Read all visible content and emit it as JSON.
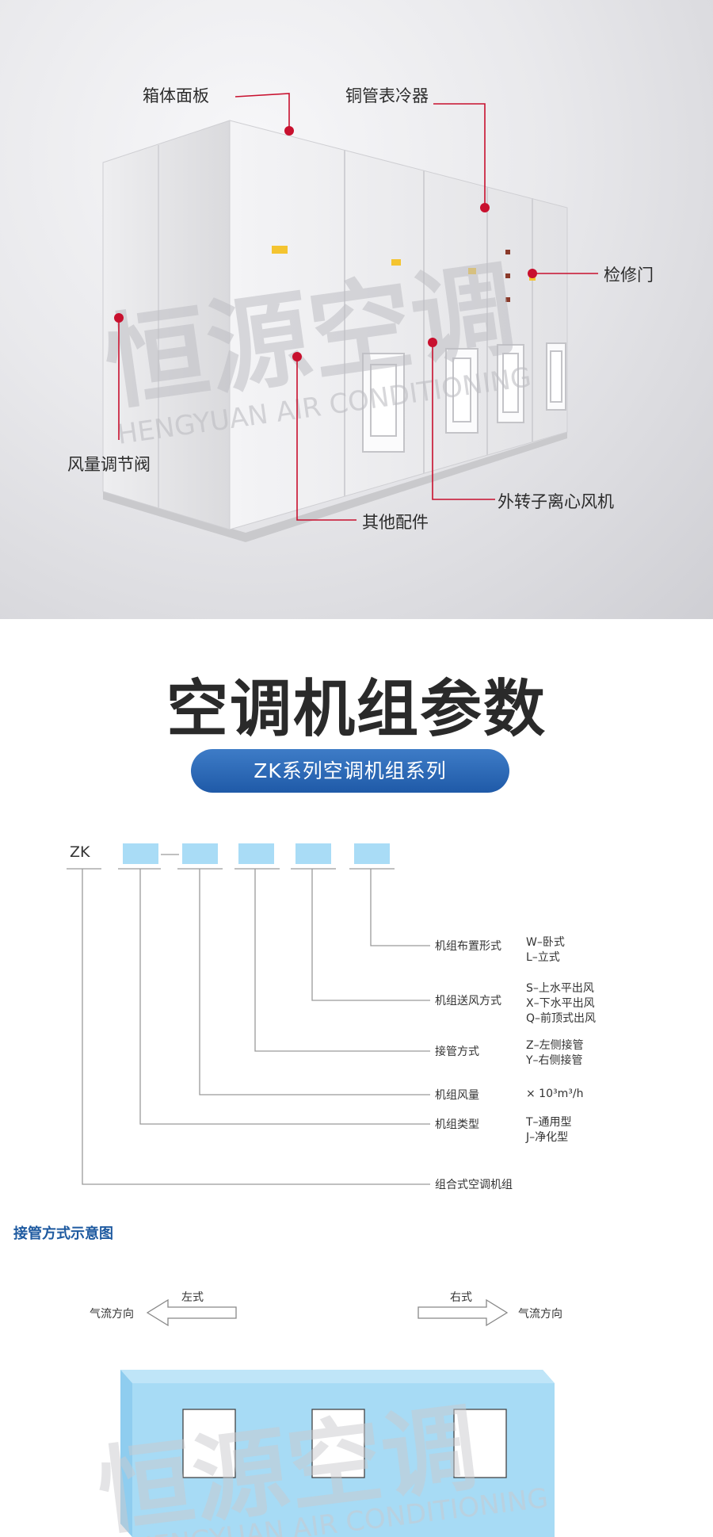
{
  "hero": {
    "callouts": {
      "panel": "箱体面板",
      "coil": "铜管表冷器",
      "door": "检修门",
      "damper": "风量调节阀",
      "fan": "外转子离心风机",
      "accessory": "其他配件"
    },
    "watermark": {
      "cn": "恒源空调",
      "en": "HENGYUAN AIR CONDITIONING"
    },
    "marker_color": "#c8102e"
  },
  "title": "空调机组参数",
  "series_pill": "ZK系列空调机组系列",
  "model_code": {
    "prefix": "ZK",
    "params": [
      {
        "name": "机组布置形式",
        "options": [
          "W–卧式",
          "L–立式"
        ]
      },
      {
        "name": "机组送风方式",
        "options": [
          "S–上水平出风",
          "X–下水平出风",
          "Q–前顶式出风"
        ]
      },
      {
        "name": "接管方式",
        "options": [
          "Z–左侧接管",
          "Y–右侧接管"
        ]
      },
      {
        "name": "机组风量",
        "options": [
          "× 10³m³/h"
        ]
      },
      {
        "name": "机组类型",
        "options": [
          "T–通用型",
          "J–净化型"
        ]
      },
      {
        "name": "组合式空调机组",
        "options": []
      }
    ],
    "box_color": "#a9dcf6"
  },
  "pipe_diagram": {
    "heading": "接管方式示意图",
    "left": {
      "type": "左式",
      "flow": "气流方向"
    },
    "right": {
      "type": "右式",
      "flow": "气流方向"
    },
    "unit_color": "#9fd6f3"
  }
}
